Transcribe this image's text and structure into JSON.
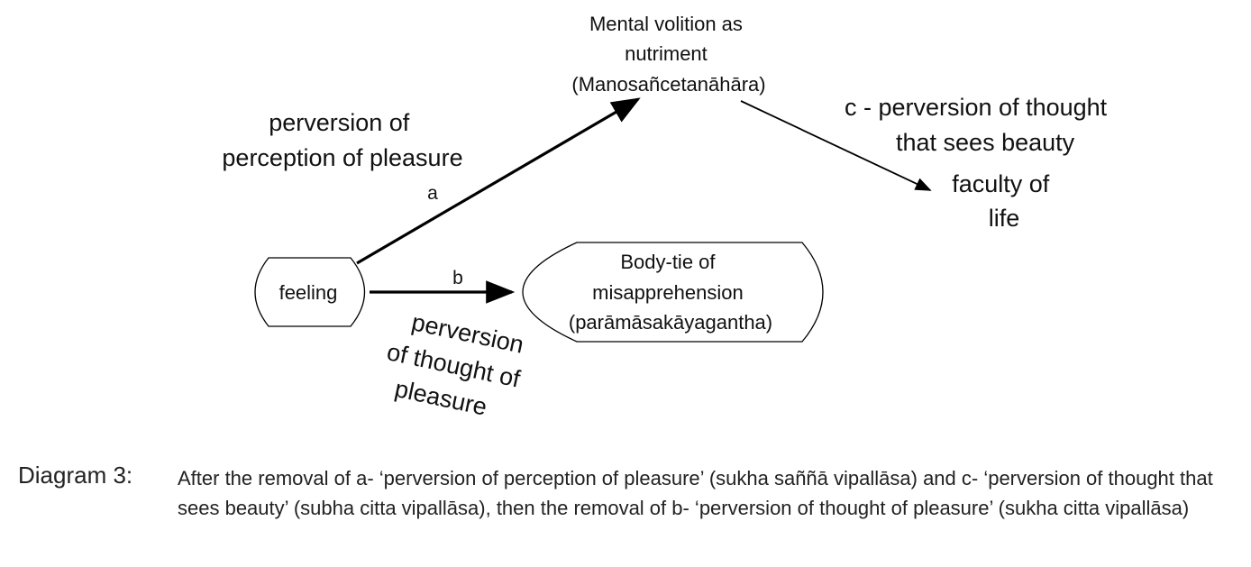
{
  "diagram": {
    "nodes": {
      "feeling": {
        "label": "feeling"
      },
      "mental_volition": {
        "lines": [
          "Mental volition as",
          "nutriment",
          "(Manosañcetanāhāra)"
        ]
      },
      "body_tie": {
        "lines": [
          "Body-tie of",
          "misapprehension",
          "(parāmāsakāyagantha)"
        ]
      },
      "faculty_of_life": {
        "lines": [
          "faculty of",
          "life"
        ]
      }
    },
    "edges": {
      "a": {
        "letter": "a",
        "label_lines": [
          "perversion of",
          "perception of pleasure"
        ]
      },
      "b": {
        "letter": "b",
        "label_lines": [
          "perversion",
          "of thought of",
          "pleasure"
        ]
      },
      "c": {
        "label_lines": [
          "c -  perversion of thought",
          "that sees beauty"
        ]
      }
    }
  },
  "caption": {
    "label": "Diagram 3:",
    "text": "After the removal of a- ‘perversion of perception of pleasure’ (sukha saññā vipallāsa) and c- ‘perversion of thought that sees beauty’ (subha citta vipallāsa), then  the removal of b- ‘perversion of thought of pleasure’ (sukha citta vipallāsa)"
  }
}
